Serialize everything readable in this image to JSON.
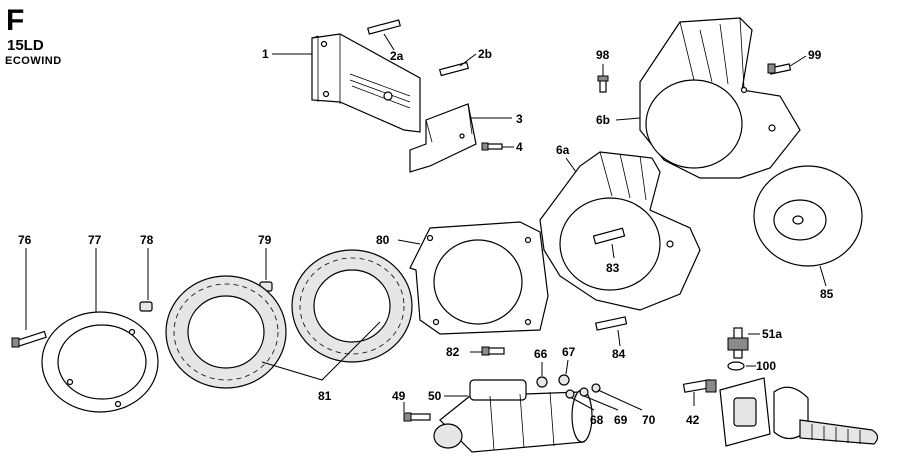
{
  "header": {
    "section_letter": "F",
    "model": "15LD",
    "brand_logo_text": "ECOWIND"
  },
  "callouts": [
    {
      "id": "1",
      "label": "1"
    },
    {
      "id": "2a",
      "label": "2a"
    },
    {
      "id": "2b",
      "label": "2b"
    },
    {
      "id": "3",
      "label": "3"
    },
    {
      "id": "4",
      "label": "4"
    },
    {
      "id": "98",
      "label": "98"
    },
    {
      "id": "99",
      "label": "99"
    },
    {
      "id": "6b",
      "label": "6b"
    },
    {
      "id": "6a",
      "label": "6a"
    },
    {
      "id": "76",
      "label": "76"
    },
    {
      "id": "77",
      "label": "77"
    },
    {
      "id": "78",
      "label": "78"
    },
    {
      "id": "79",
      "label": "79"
    },
    {
      "id": "80",
      "label": "80"
    },
    {
      "id": "83",
      "label": "83"
    },
    {
      "id": "85",
      "label": "85"
    },
    {
      "id": "51a",
      "label": "51a"
    },
    {
      "id": "82",
      "label": "82"
    },
    {
      "id": "66",
      "label": "66"
    },
    {
      "id": "67",
      "label": "67"
    },
    {
      "id": "84",
      "label": "84"
    },
    {
      "id": "100",
      "label": "100"
    },
    {
      "id": "81",
      "label": "81"
    },
    {
      "id": "49",
      "label": "49"
    },
    {
      "id": "50",
      "label": "50"
    },
    {
      "id": "68",
      "label": "68"
    },
    {
      "id": "69",
      "label": "69"
    },
    {
      "id": "70",
      "label": "70"
    },
    {
      "id": "42",
      "label": "42"
    }
  ]
}
